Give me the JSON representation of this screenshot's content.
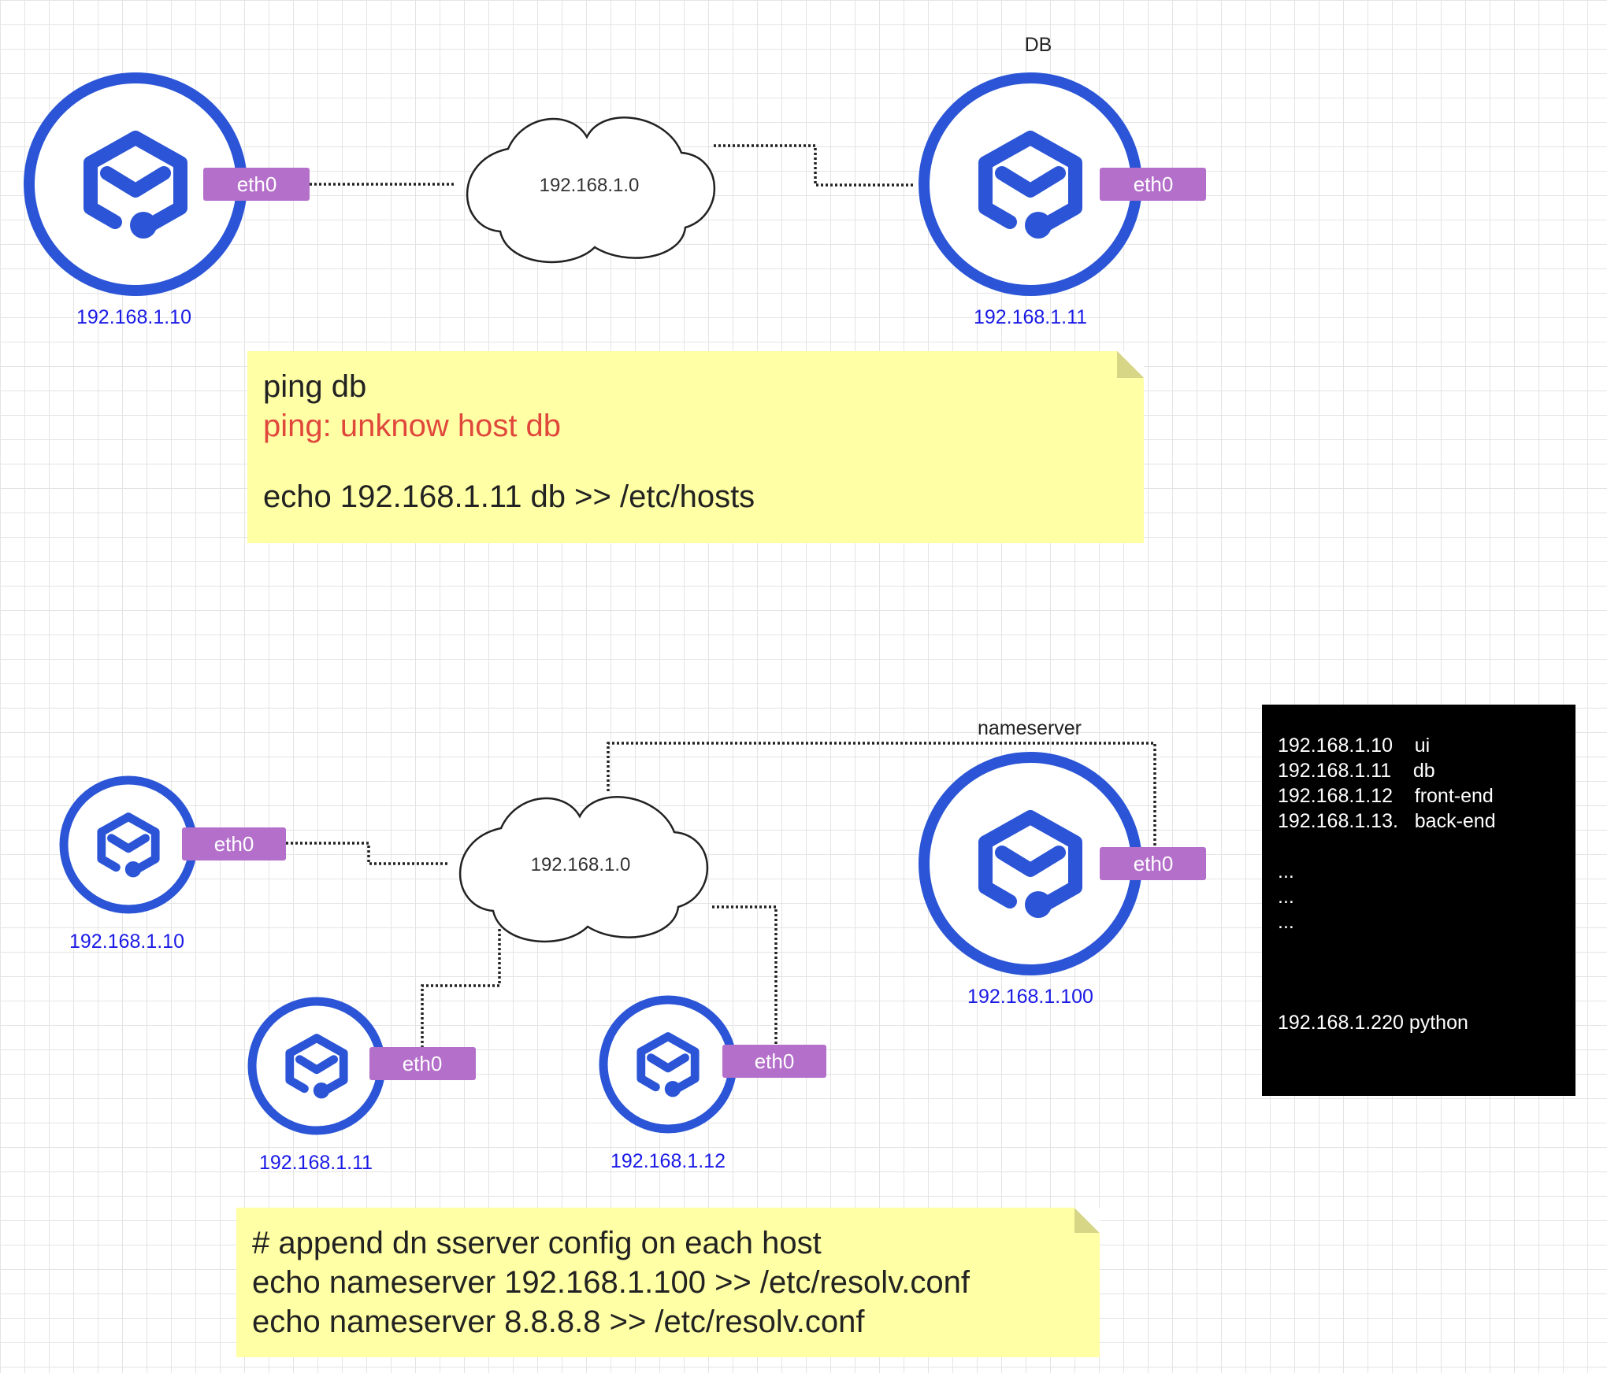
{
  "top_diagram": {
    "left_host": {
      "ip": "192.168.1.10",
      "interface": "eth0"
    },
    "db_host": {
      "title": "DB",
      "ip": "192.168.1.11",
      "interface": "eth0"
    },
    "network": "192.168.1.0"
  },
  "note1": {
    "lines": [
      {
        "text": "ping db",
        "color": "#222222"
      },
      {
        "text": "ping: unknow host db",
        "color": "#e0483c"
      },
      {
        "text": "",
        "color": "#222222"
      },
      {
        "text": "echo 192.168.1.11 db >> /etc/hosts",
        "color": "#222222"
      }
    ]
  },
  "bottom_diagram": {
    "network": "192.168.1.0",
    "nameserver_label": "nameserver",
    "host_10": {
      "ip": "192.168.1.10",
      "interface": "eth0"
    },
    "host_11": {
      "ip": "192.168.1.11",
      "interface": "eth0"
    },
    "host_12": {
      "ip": "192.168.1.12",
      "interface": "eth0"
    },
    "dns_server": {
      "ip": "192.168.1.100",
      "interface": "eth0"
    }
  },
  "hosts_panel": {
    "lines": [
      "192.168.1.10    ui",
      "192.168.1.11    db",
      "192.168.1.12    front-end",
      "192.168.1.13.   back-end",
      "",
      "...",
      "...",
      "...",
      "",
      "",
      "",
      "192.168.1.220 python"
    ]
  },
  "note2": {
    "lines": [
      "# append dn sserver config on each host",
      "echo nameserver 192.168.1.100 >> /etc/resolv.conf",
      "echo nameserver 8.8.8.8 >> /etc/resolv.conf"
    ]
  },
  "colors": {
    "host_blue": "#2b55d6",
    "eth_badge": "#b46fcb",
    "ip_label": "#1a1ae6",
    "note_bg": "#ffffa6",
    "error_text": "#e0483c"
  },
  "icons": {
    "host": "server-cube-icon",
    "network": "cloud-icon"
  }
}
